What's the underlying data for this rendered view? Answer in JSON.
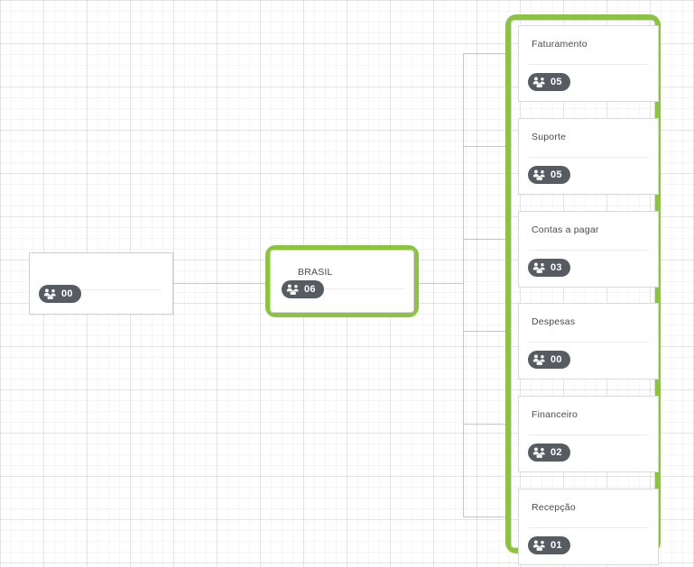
{
  "canvas": {
    "background_color": "#ffffff",
    "grid_color": "#eeeeee",
    "accent_color": "#8bc53f",
    "badge_color": "#575c63",
    "connector_color": "#c6c6c6"
  },
  "icons": {
    "members_icon": "users-group-icon"
  },
  "nodes": {
    "root": {
      "title": "",
      "count": "00"
    },
    "brasil": {
      "title": "BRASIL",
      "count": "06",
      "selected": true
    }
  },
  "departments": {
    "selected": true,
    "items": [
      {
        "title": "Faturamento",
        "count": "05"
      },
      {
        "title": "Suporte",
        "count": "05"
      },
      {
        "title": "Contas a pagar",
        "count": "03"
      },
      {
        "title": "Despesas",
        "count": "00"
      },
      {
        "title": "Financeiro",
        "count": "02"
      },
      {
        "title": "Recepção",
        "count": "01"
      }
    ]
  }
}
